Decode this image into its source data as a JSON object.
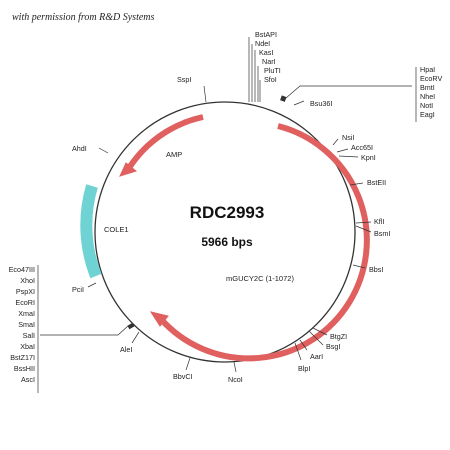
{
  "credit": "with permission from R&D Systems",
  "plasmid": {
    "name": "RDC2993",
    "size": "5966 bps"
  },
  "features": {
    "amp": "AMP",
    "cole1": "COLE1",
    "insert": "mGUCY2C (1-1072)"
  },
  "colors": {
    "backbone": "#333333",
    "amp_arrow": "#e06060",
    "insert_arrow": "#e06060",
    "ori_block": "#6fd3d3"
  },
  "sites": {
    "top_cluster": [
      "BstAPI",
      "NdeI",
      "KasI",
      "NarI",
      "PluTI",
      "SfoI"
    ],
    "right_cluster": [
      "HpaI",
      "EcoRV",
      "BmtI",
      "NheI",
      "NotI",
      "EagI"
    ],
    "left_cluster": [
      "Eco47III",
      "XhoI",
      "PspXI",
      "EcoRI",
      "XmaI",
      "SmaI",
      "SalI",
      "XbaI",
      "BstZ17I",
      "BssHII",
      "AscI"
    ],
    "sspi": "SspI",
    "bsu36i": "Bsu36I",
    "ahdi": "AhdI",
    "nsii": "NsiI",
    "acc65i": "Acc65I",
    "kpni": "KpnI",
    "bsteii": "BstEII",
    "kfli": "KflI",
    "bsmi": "BsmI",
    "bbsi": "BbsI",
    "btgzi": "BtgZI",
    "bsgi": "BsgI",
    "aari": "AarI",
    "blpi": "BlpI",
    "ncoi": "NcoI",
    "bbvci": "BbvCI",
    "alei": "AleI",
    "pcii": "PciI"
  }
}
